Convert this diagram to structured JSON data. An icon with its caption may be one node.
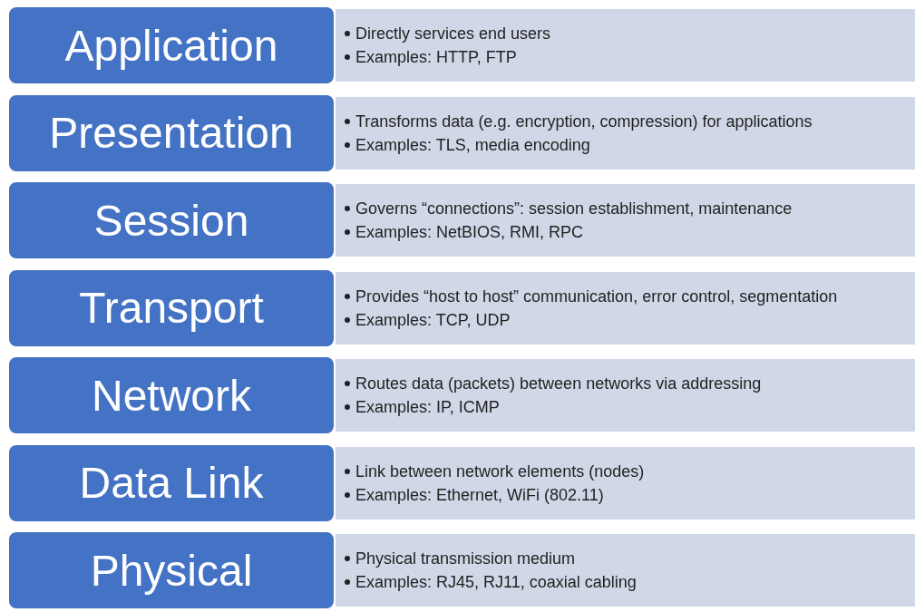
{
  "diagram": {
    "nodes": [
      {
        "text": [
          "Application"
        ]
      },
      {
        "text": [
          "Directly services end users",
          "Examples: HTTP, FTP"
        ]
      },
      {
        "text": [
          "Presentation"
        ]
      },
      {
        "text": [
          "Transforms data (e.g. encryption, compression) for applications",
          "Examples: TLS, media encoding"
        ]
      },
      {
        "text": [
          "Session"
        ]
      },
      {
        "text": [
          "Governs “connections”: session establishment, maintenance",
          "Examples: NetBIOS, RMI, RPC"
        ]
      },
      {
        "text": [
          "Transport"
        ]
      },
      {
        "text": [
          "Provides “host to host” communication, error control, segmentation",
          "Examples: TCP, UDP"
        ]
      },
      {
        "text": [
          "Network"
        ]
      },
      {
        "text": [
          "Routes data (packets) between networks via addressing",
          "Examples: IP, ICMP"
        ]
      },
      {
        "text": [
          "Data Link"
        ]
      },
      {
        "text": [
          "Link between network elements (nodes)",
          "Examples: Ethernet, WiFi (802.11)"
        ]
      },
      {
        "text": [
          "Physical"
        ]
      },
      {
        "text": [
          "Physical transmission medium",
          "Examples: RJ45, RJ11, coaxial cabling"
        ]
      }
    ]
  }
}
